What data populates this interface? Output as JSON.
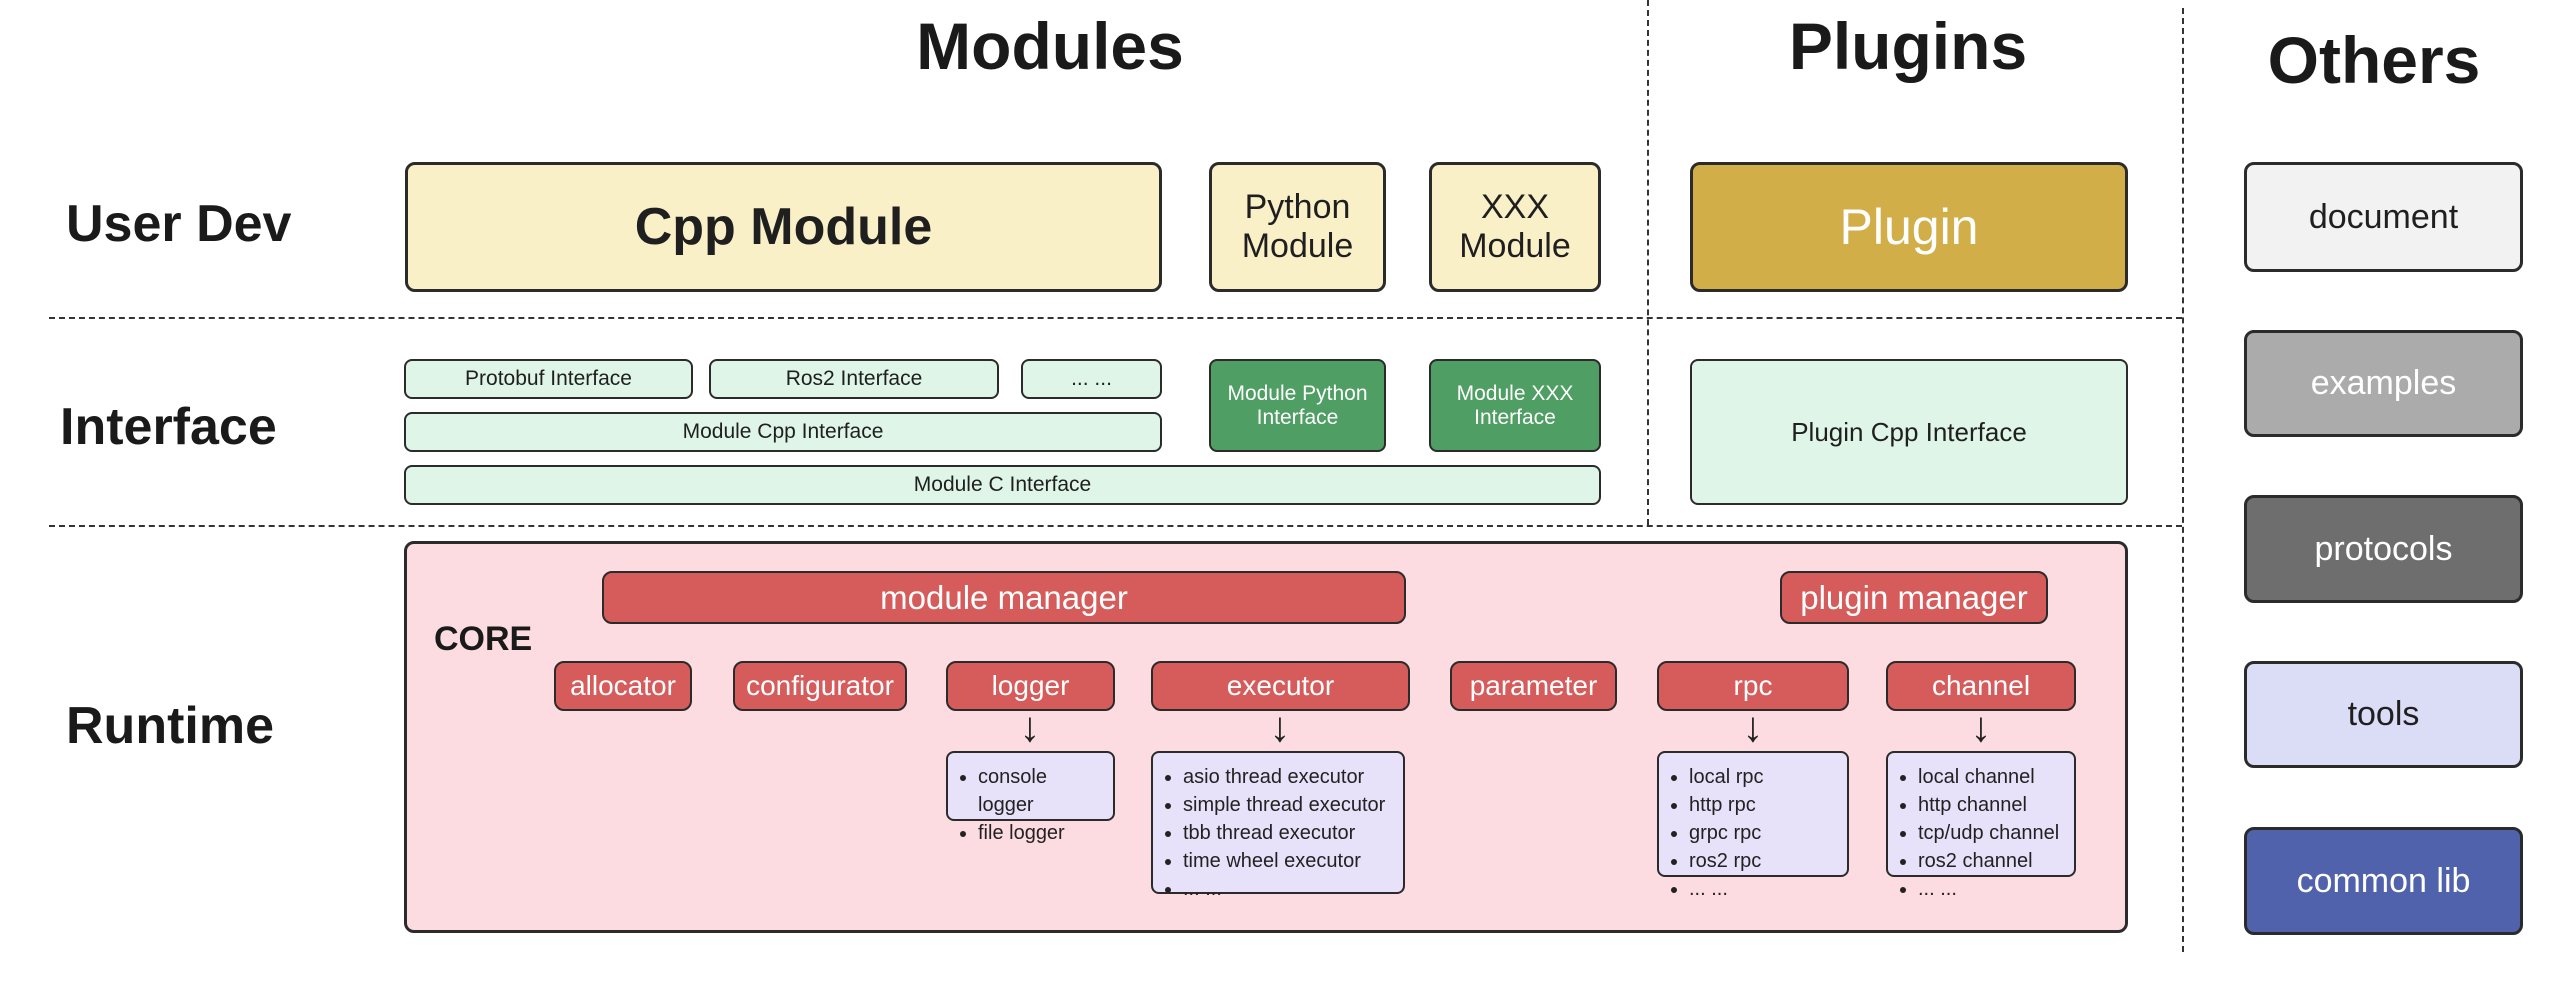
{
  "headers": {
    "modules": "Modules",
    "plugins": "Plugins",
    "others": "Others"
  },
  "row_labels": {
    "user_dev": "User Dev",
    "interface": "Interface",
    "runtime": "Runtime"
  },
  "user_dev_row": {
    "cpp_module": "Cpp Module",
    "python_module": "Python Module",
    "xxx_module": "XXX Module",
    "plugin": "Plugin"
  },
  "interface_row": {
    "protobuf_interface": "Protobuf Interface",
    "ros2_interface": "Ros2 Interface",
    "ellipsis": "... ...",
    "module_cpp_interface": "Module Cpp Interface",
    "module_c_interface": "Module C Interface",
    "module_python_interface": "Module Python Interface",
    "module_xxx_interface": "Module XXX Interface",
    "plugin_cpp_interface": "Plugin Cpp Interface"
  },
  "runtime_row": {
    "core_label": "CORE",
    "module_manager": "module manager",
    "plugin_manager": "plugin manager",
    "components": [
      "allocator",
      "configurator",
      "logger",
      "executor",
      "parameter",
      "rpc",
      "channel"
    ],
    "logger_impls": [
      "console logger",
      "file logger"
    ],
    "executor_impls": [
      "asio thread executor",
      "simple thread executor",
      "tbb thread executor",
      "time wheel executor",
      "... ..."
    ],
    "rpc_impls": [
      "local rpc",
      "http rpc",
      "grpc rpc",
      "ros2 rpc",
      "... ..."
    ],
    "channel_impls": [
      "local channel",
      "http channel",
      "tcp/udp channel",
      "ros2 channel",
      "... ..."
    ]
  },
  "others_column": {
    "items": [
      "document",
      "examples",
      "protocols",
      "tools",
      "common lib"
    ]
  },
  "icons": {
    "down_arrow": "↓"
  },
  "palette": {
    "cream": "#faf0c8",
    "gold": "#d2ae49",
    "light_green": "#dff5e7",
    "dark_green": "#4f9e63",
    "core_pink": "#fcdce0",
    "red": "#d65c5c",
    "lavender": "#e7e2f9",
    "document_bg": "#f2f2f2",
    "examples_bg": "#ababab",
    "protocols_bg": "#6e6e6e",
    "tools_bg": "#dbdcf5",
    "common_lib_bg": "#5062ab"
  }
}
